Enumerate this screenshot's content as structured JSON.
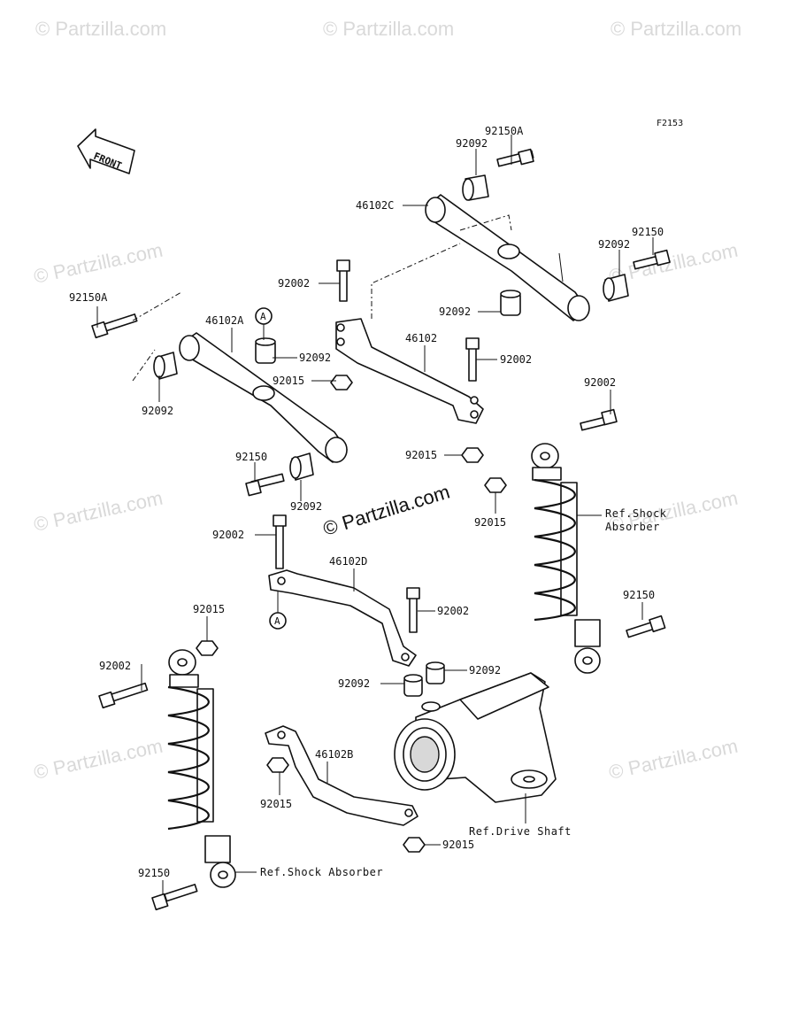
{
  "watermark": {
    "text": "© Partzilla.com",
    "main_text": "© Partzilla.com"
  },
  "figure_code": "F2153",
  "front_marker": "FRONT",
  "callout_marker": "A",
  "labels": {
    "p92150A_top": "92150A",
    "p92092_top": "92092",
    "p46102C": "46102C",
    "p92150_right": "92150",
    "p92092_right": "92092",
    "p92092_mid": "92092",
    "p92002_upper": "92002",
    "p92150A_left": "92150A",
    "p46102A": "46102A",
    "p92092_a": "92092",
    "p92015_a": "92015",
    "p46102": "46102",
    "p92002_mid": "92002",
    "p92092_left": "92092",
    "p92015_mid": "92015",
    "p92002_rshock": "92002",
    "p92150_leftarm": "92150",
    "p92092_leftarm": "92092",
    "p92015_rshock": "92015",
    "p92002_d": "92002",
    "p46102D": "46102D",
    "p92150_rshock": "92150",
    "p92002_low": "92002",
    "p92015_lshock": "92015",
    "p92002_lshock": "92002",
    "p92092_low1": "92092",
    "p92092_low2": "92092",
    "p46102B": "46102B",
    "p92015_b": "92015",
    "p92015_bottom": "92015",
    "p92150_lshock": "92150"
  },
  "refs": {
    "shock_right": "Ref.Shock Absorber",
    "shock_right_line1": "Ref.Shock",
    "shock_right_line2": "Absorber",
    "drive_shaft": "Ref.Drive Shaft",
    "shock_left": "Ref.Shock Absorber"
  }
}
